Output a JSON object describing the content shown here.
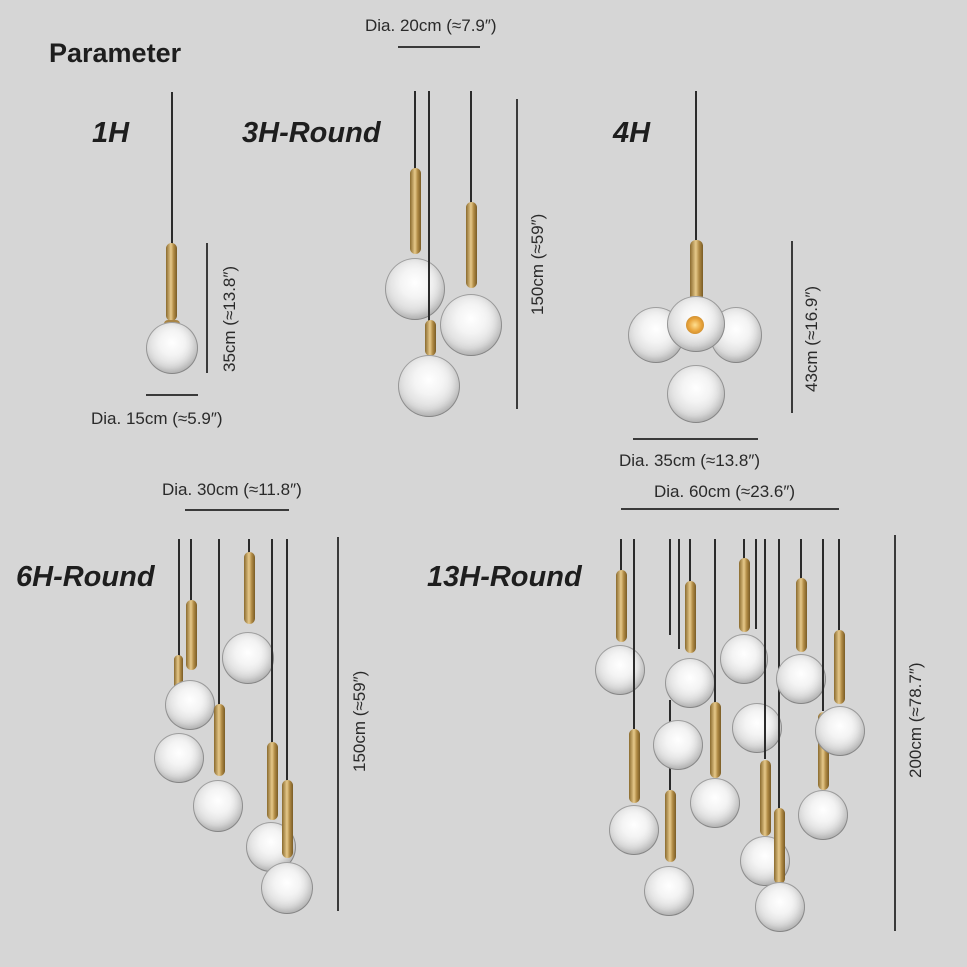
{
  "page_title": "Parameter",
  "models": [
    {
      "name": "1H",
      "height": "35cm (≈13.8″)",
      "diameter": "Dia. 15cm (≈5.9″)"
    },
    {
      "name": "3H-Round",
      "height": "150cm (≈59″)",
      "diameter": "Dia. 20cm (≈7.9″)"
    },
    {
      "name": "4H",
      "height": "43cm (≈16.9″)",
      "diameter": "Dia. 35cm (≈13.8″)"
    },
    {
      "name": "6H-Round",
      "height": "150cm (≈59″)",
      "diameter": "Dia. 30cm (≈11.8″)"
    },
    {
      "name": "13H-Round",
      "height": "200cm (≈78.7″)",
      "diameter": "Dia. 60cm (≈23.6″)"
    }
  ],
  "colors": {
    "background": "#d6d6d6",
    "brass": "#c9a463",
    "cord": "#2b2b2b"
  }
}
